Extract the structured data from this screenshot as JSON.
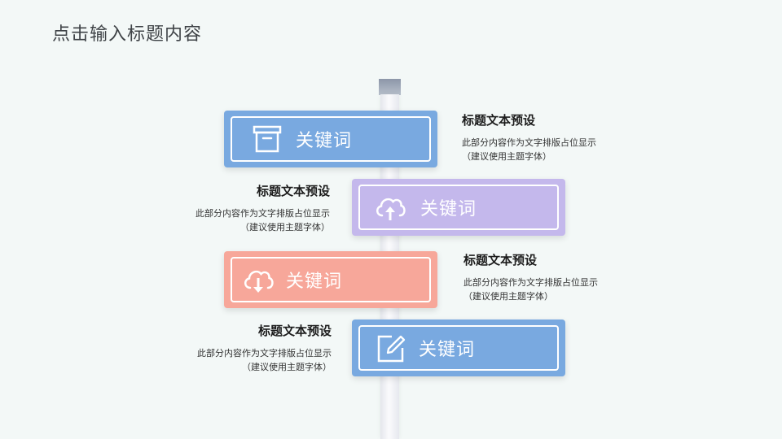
{
  "page": {
    "title": "点击输入标题内容"
  },
  "colors": {
    "blue": "#79a9e0",
    "purple": "#c4b8ec",
    "salmon": "#f7a79a",
    "background": "#f3f8f7"
  },
  "signs": [
    {
      "label": "关键词",
      "icon": "archive-box-icon",
      "color": "blue"
    },
    {
      "label": "关键词",
      "icon": "cloud-upload-icon",
      "color": "purple"
    },
    {
      "label": "关键词",
      "icon": "cloud-download-icon",
      "color": "salmon"
    },
    {
      "label": "关键词",
      "icon": "edit-icon",
      "color": "blue"
    }
  ],
  "descriptions": [
    {
      "title": "标题文本预设",
      "line1": "此部分内容作为文字排版占位显示",
      "line2": "（建议使用主题字体）"
    },
    {
      "title": "标题文本预设",
      "line1": "此部分内容作为文字排版占位显示",
      "line2": "（建议使用主题字体）"
    },
    {
      "title": "标题文本预设",
      "line1": "此部分内容作为文字排版占位显示",
      "line2": "（建议使用主题字体）"
    },
    {
      "title": "标题文本预设",
      "line1": "此部分内容作为文字排版占位显示",
      "line2": "（建议使用主题字体）"
    }
  ]
}
